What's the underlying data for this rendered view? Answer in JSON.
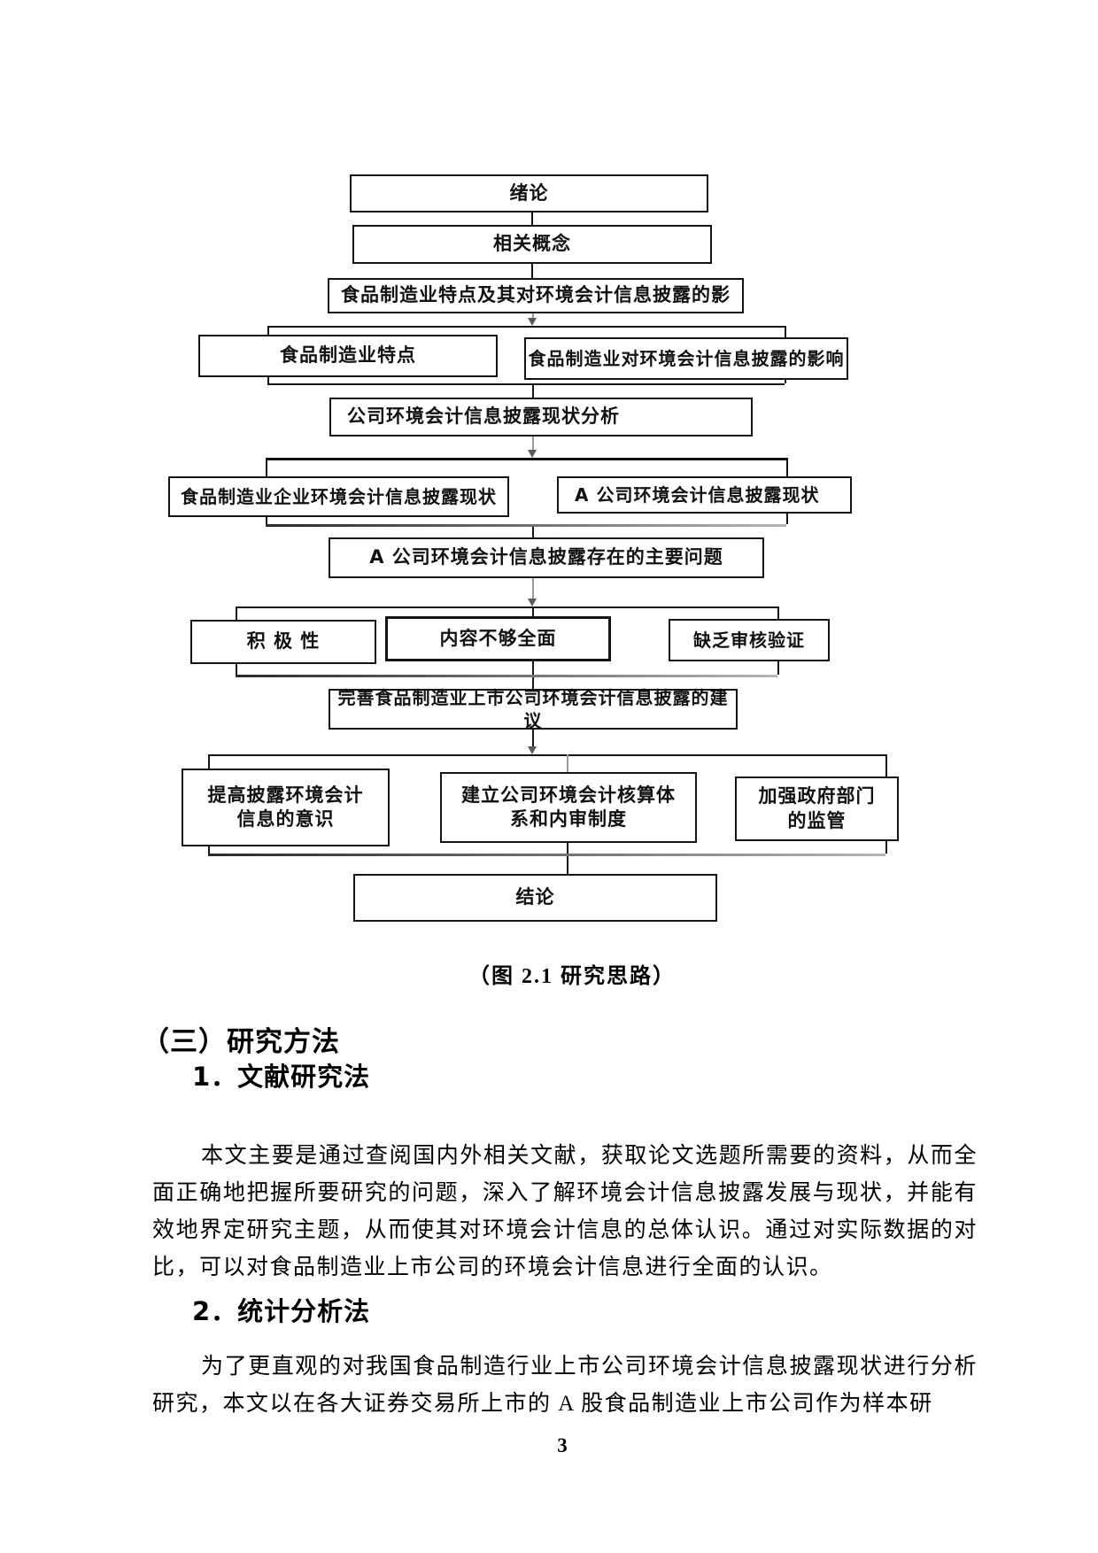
{
  "figure": {
    "caption": "（图 2.1 研究思路）",
    "nodes": {
      "intro": "绪论",
      "related_concepts": "相关概念",
      "features_impact_parent": "食品制造业特点及其对环境会计信息披露的影",
      "features": "食品制造业特点",
      "impact_on_disclosure": "食品制造业对环境会计信息披露的影响",
      "status_analysis": "公司环境会计信息披露现状分析",
      "industry_status": "食品制造业企业环境会计信息披露现状",
      "company_a_status": "A 公司环境会计信息披露现状",
      "main_problems": "A 公司环境会计信息披露存在的主要问题",
      "positivity": "积 极 性",
      "content_not_comprehensive": "内容不够全面",
      "lack_of_audit": "缺乏审核验证",
      "suggestions": "完善食品制造业上市公司环境会计信息披露的建议",
      "awareness_line1": "提高披露环境会计",
      "awareness_line2": "信息的意识",
      "system_line1": "建立公司环境会计核算体",
      "system_line2": "系和内审制度",
      "regulation_line1": "加强政府部门",
      "regulation_line2": "的监管",
      "conclusion": "结论"
    }
  },
  "sections": {
    "method_heading": "（三）研究方法",
    "sub1_heading": "1．文献研究法",
    "para1": "本文主要是通过查阅国内外相关文献，获取论文选题所需要的资料，从而全面正确地把握所要研究的问题，深入了解环境会计信息披露发展与现状，并能有效地界定研究主题，从而使其对环境会计信息的总体认识。通过对实际数据的对比，可以对食品制造业上市公司的环境会计信息进行全面的认识。",
    "sub2_heading": "2．统计分析法",
    "para2": "为了更直观的对我国食品制造行业上市公司环境会计信息披露现状进行分析研究，本文以在各大证券交易所上市的 A 股食品制造业上市公司作为样本研"
  },
  "page": {
    "number": "3"
  }
}
